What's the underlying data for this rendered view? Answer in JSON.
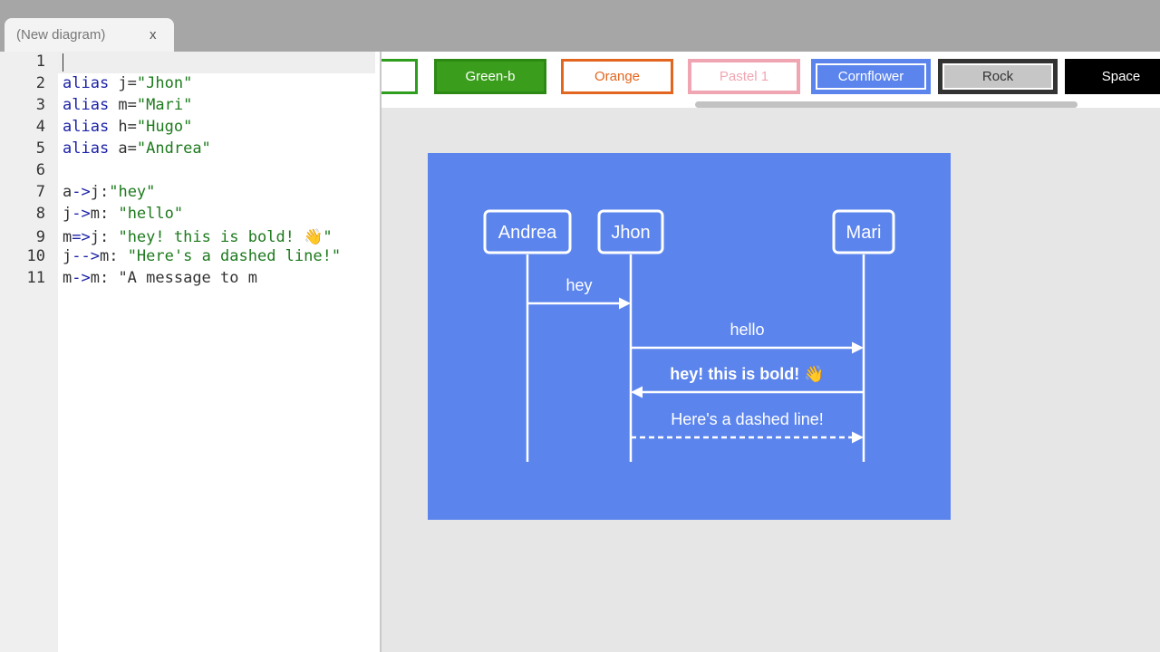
{
  "tab": {
    "title": "(New diagram)",
    "close": "x"
  },
  "editor": {
    "line_numbers": [
      "1",
      "2",
      "3",
      "4",
      "5",
      "6",
      "7",
      "8",
      "9",
      "10",
      "11"
    ],
    "lines": [
      [],
      [
        {
          "t": "alias",
          "c": "kw"
        },
        {
          "t": " j=",
          "c": "plain"
        },
        {
          "t": "\"Jhon\"",
          "c": "str"
        }
      ],
      [
        {
          "t": "alias",
          "c": "kw"
        },
        {
          "t": " m=",
          "c": "plain"
        },
        {
          "t": "\"Mari\"",
          "c": "str"
        }
      ],
      [
        {
          "t": "alias",
          "c": "kw"
        },
        {
          "t": " h=",
          "c": "plain"
        },
        {
          "t": "\"Hugo\"",
          "c": "str"
        }
      ],
      [
        {
          "t": "alias",
          "c": "kw"
        },
        {
          "t": " a=",
          "c": "plain"
        },
        {
          "t": "\"Andrea\"",
          "c": "str"
        }
      ],
      [],
      [
        {
          "t": "a",
          "c": "plain"
        },
        {
          "t": "->",
          "c": "kw"
        },
        {
          "t": "j:",
          "c": "plain"
        },
        {
          "t": "\"hey\"",
          "c": "str"
        }
      ],
      [
        {
          "t": "j",
          "c": "plain"
        },
        {
          "t": "->",
          "c": "kw"
        },
        {
          "t": "m: ",
          "c": "plain"
        },
        {
          "t": "\"hello\"",
          "c": "str"
        }
      ],
      [
        {
          "t": "m",
          "c": "plain"
        },
        {
          "t": "=>",
          "c": "kw"
        },
        {
          "t": "j: ",
          "c": "plain"
        },
        {
          "t": "\"hey! this is bold! 👋\"",
          "c": "str"
        }
      ],
      [
        {
          "t": "j",
          "c": "plain"
        },
        {
          "t": "-->",
          "c": "kw"
        },
        {
          "t": "m: ",
          "c": "plain"
        },
        {
          "t": "\"Here's a dashed line!\"",
          "c": "str"
        }
      ],
      [
        {
          "t": "m",
          "c": "plain"
        },
        {
          "t": "->",
          "c": "kw"
        },
        {
          "t": "m: \"A message to m",
          "c": "plain"
        }
      ]
    ]
  },
  "themes": [
    {
      "label": "",
      "border": "#2e9e1e",
      "bg": "#ffffff",
      "color": "#333333"
    },
    {
      "label": "Green-b",
      "border": "#2c8a14",
      "bg": "#3a9e1c",
      "color": "#ffffff"
    },
    {
      "label": "Orange",
      "border": "#e2661f",
      "bg": "#ffffff",
      "color": "#e2661f"
    },
    {
      "label": "Pastel 1",
      "border": "#f0a6b2",
      "bg": "#ffffff",
      "color": "#f0a6b2"
    },
    {
      "label": "Cornflower",
      "border": "#5b84ed",
      "bg": "#5b84ed",
      "color": "#ffffff"
    },
    {
      "label": "Rock",
      "border": "#333333",
      "bg": "#c6c6c6",
      "color": "#333333"
    },
    {
      "label": "Space",
      "border": "#000000",
      "bg": "#000000",
      "color": "#ffffff"
    }
  ],
  "diagram": {
    "background": "#5b84ed",
    "actors": [
      {
        "id": "andrea",
        "label": "Andrea"
      },
      {
        "id": "jhon",
        "label": "Jhon"
      },
      {
        "id": "mari",
        "label": "Mari"
      }
    ],
    "messages": [
      {
        "from": "andrea",
        "to": "jhon",
        "text": "hey",
        "style": "solid",
        "bold": false
      },
      {
        "from": "jhon",
        "to": "mari",
        "text": "hello",
        "style": "solid",
        "bold": false
      },
      {
        "from": "mari",
        "to": "jhon",
        "text": "hey! this is bold! 👋",
        "style": "solid",
        "bold": true
      },
      {
        "from": "jhon",
        "to": "mari",
        "text": "Here's a dashed line!",
        "style": "dashed",
        "bold": false
      }
    ]
  }
}
